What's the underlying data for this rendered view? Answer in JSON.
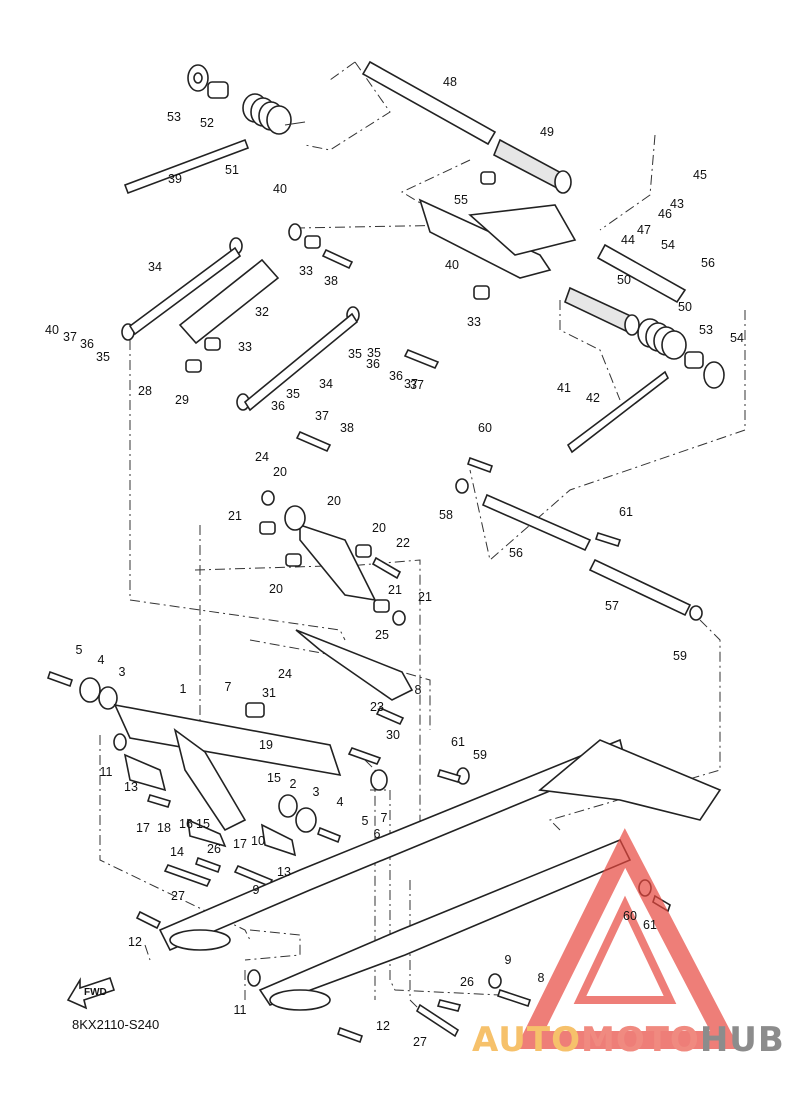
{
  "diagram": {
    "code": "8KX2110-S240",
    "fwd_label": "FWD",
    "part_numbers": [
      "1",
      "2",
      "3",
      "3",
      "4",
      "4",
      "5",
      "5",
      "6",
      "7",
      "7",
      "8",
      "8",
      "9",
      "9",
      "10",
      "11",
      "11",
      "12",
      "12",
      "13",
      "13",
      "14",
      "15",
      "15",
      "16",
      "17",
      "17",
      "18",
      "19",
      "20",
      "20",
      "20",
      "20",
      "21",
      "21",
      "21",
      "22",
      "23",
      "24",
      "24",
      "25",
      "26",
      "26",
      "27",
      "27",
      "28",
      "29",
      "30",
      "31",
      "32",
      "33",
      "33",
      "33",
      "34",
      "34",
      "35",
      "35",
      "35",
      "35",
      "36",
      "36",
      "36",
      "36",
      "37",
      "37",
      "37",
      "37",
      "38",
      "38",
      "39",
      "40",
      "40",
      "40",
      "41",
      "42",
      "43",
      "44",
      "45",
      "46",
      "47",
      "48",
      "49",
      "50",
      "50",
      "51",
      "52",
      "53",
      "53",
      "54",
      "54",
      "55",
      "56",
      "56",
      "57",
      "58",
      "59",
      "59",
      "60",
      "60",
      "61",
      "61",
      "61"
    ]
  },
  "watermark": {
    "brand_part1": "AUTO",
    "brand_part2": "MOTO",
    "brand_part3": "HUB",
    "triangle_color": "#e8483f",
    "auto_color": "#f6c16b",
    "moto_color": "#f08a80",
    "hub_color": "#8c8c8c"
  }
}
